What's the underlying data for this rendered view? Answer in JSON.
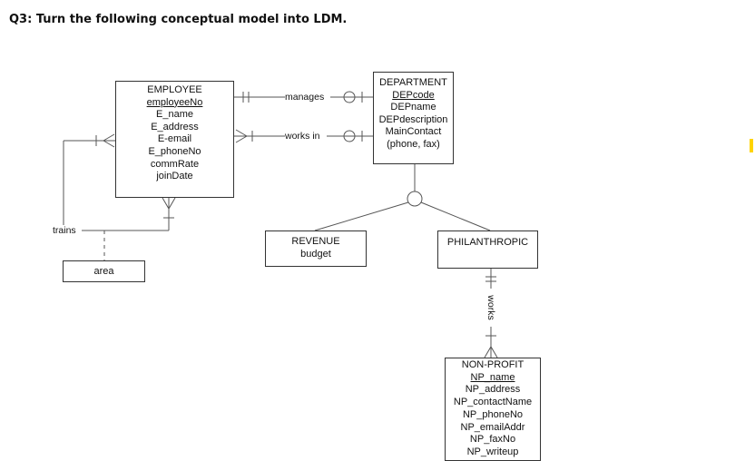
{
  "question": "Q3: Turn the following conceptual model into LDM.",
  "entities": {
    "employee": {
      "name": "EMPLOYEE",
      "attributes": [
        "employeeNo",
        "E_name",
        "E_address",
        "E-email",
        "E_phoneNo",
        "commRate",
        "joinDate"
      ],
      "key": "employeeNo"
    },
    "department": {
      "name": "DEPARTMENT",
      "attributes": [
        "DEPcode",
        "DEPname",
        "DEPdescription",
        "MainContact",
        "(phone, fax)"
      ],
      "key": "DEPcode"
    },
    "revenue": {
      "name": "REVENUE",
      "attributes": [
        "budget"
      ]
    },
    "philanthropic": {
      "name": "PHILANTHROPIC",
      "attributes": []
    },
    "nonprofit": {
      "name": "NON-PROFIT",
      "attributes": [
        "NP_name",
        "NP_address",
        "NP_contactName",
        "NP_phoneNo",
        "NP_emailAddr",
        "NP_faxNo",
        "NP_writeup"
      ],
      "key": "NP_name"
    },
    "area": {
      "name": "area",
      "attributes": []
    }
  },
  "relationships": {
    "manages": "manages",
    "works_in": "works in",
    "trains": "trains",
    "works": "works"
  }
}
